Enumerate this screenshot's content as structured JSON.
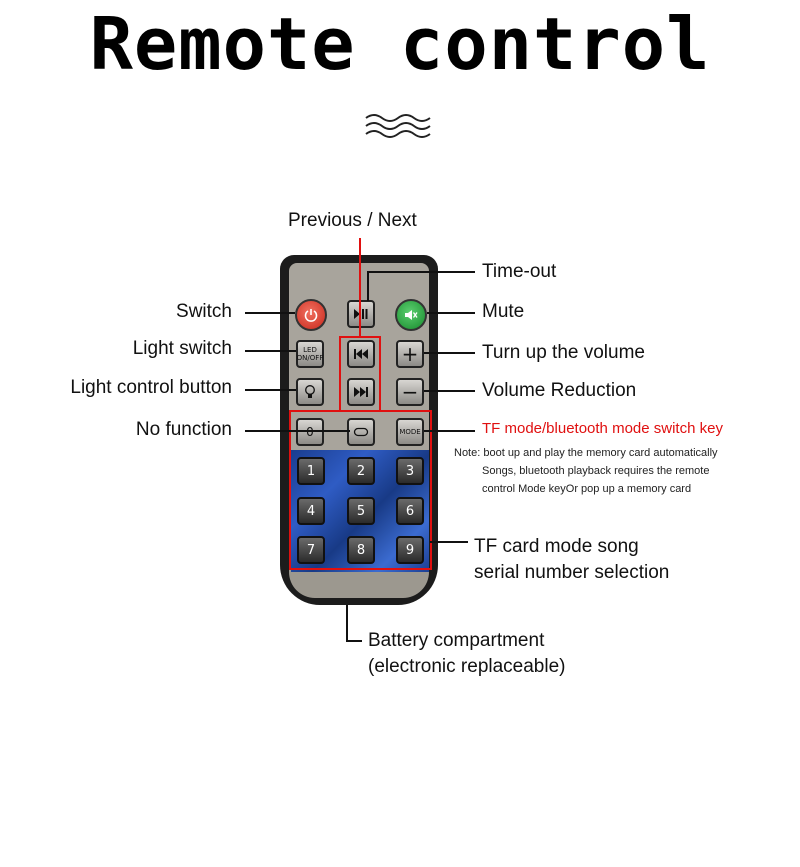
{
  "title": "Remote control",
  "labels": {
    "previous_next": "Previous / Next",
    "time_out": "Time-out",
    "switch": "Switch",
    "mute": "Mute",
    "light_switch": "Light switch",
    "turn_up_volume": "Turn up the volume",
    "light_control": "Light control button",
    "volume_reduction": "Volume Reduction",
    "no_function": "No function",
    "tf_mode_switch": "TF mode/bluetooth mode switch key",
    "tf_song_line1": "TF card mode song",
    "tf_song_line2": "serial number selection",
    "battery_line1": "Battery compartment",
    "battery_line2": "(electronic replaceable)"
  },
  "note": {
    "line1": "Note: boot up and play the memory card automatically",
    "line2": "Songs, bluetooth playback requires the remote",
    "line3": "control Mode keyOr pop up a memory card"
  },
  "buttons": {
    "led": "LED ON/OFF",
    "plus": "+",
    "minus": "−",
    "zero": "0",
    "mode": "MODE",
    "num1": "1",
    "num2": "2",
    "num3": "3",
    "num4": "4",
    "num5": "5",
    "num6": "6",
    "num7": "7",
    "num8": "8",
    "num9": "9"
  },
  "colors": {
    "accent_red": "#e01010",
    "keypad_blue": "#2f5cc4"
  }
}
